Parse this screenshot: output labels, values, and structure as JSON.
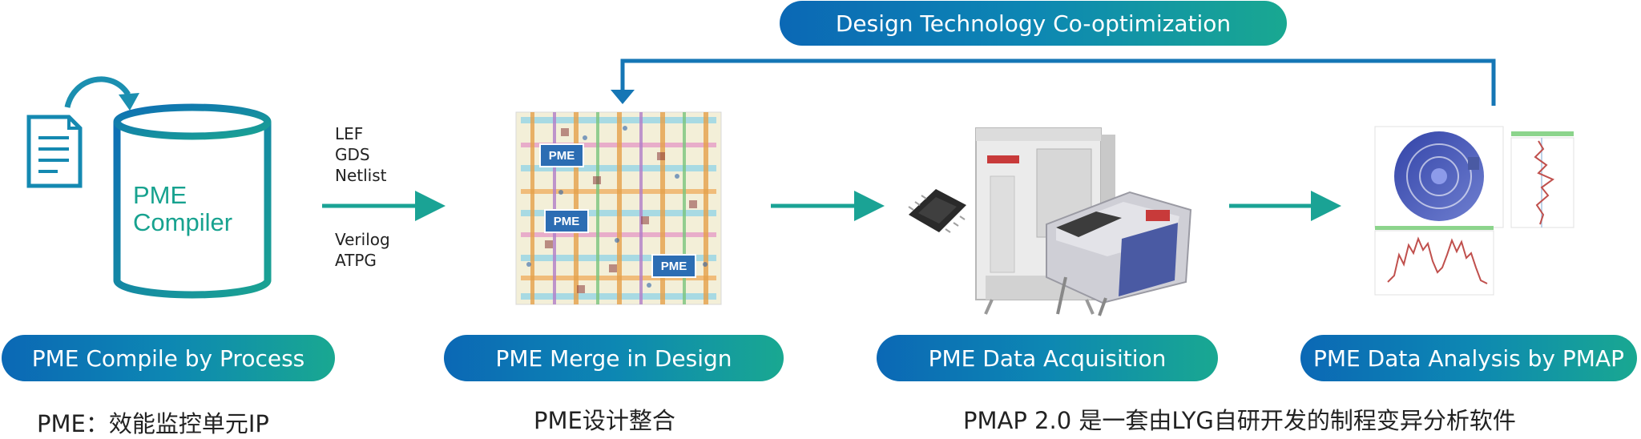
{
  "top_banner": {
    "label": "Design Technology Co-optimization"
  },
  "compiler": {
    "line1": "PME",
    "line2": "Compiler"
  },
  "outputs": {
    "group1": [
      "LEF",
      "GDS",
      "Netlist"
    ],
    "group2": [
      "Verilog",
      "ATPG"
    ]
  },
  "layout_tags": [
    "PME",
    "PME",
    "PME"
  ],
  "stages": [
    {
      "label": "PME Compile by Process",
      "caption": "PME：效能监控单元IP"
    },
    {
      "label": "PME Merge in Design",
      "caption": "PME设计整合"
    },
    {
      "label": "PME Data Acquisition",
      "caption": "PMAP 2.0 是一套由LYG自研开发的制程变异分析软件"
    },
    {
      "label": "PME Data Analysis by PMAP",
      "caption": ""
    }
  ],
  "colors": {
    "arrow": "#1aa395",
    "feedback": "#1576b5",
    "pill_start": "#0b68b5",
    "pill_end": "#19a891"
  }
}
